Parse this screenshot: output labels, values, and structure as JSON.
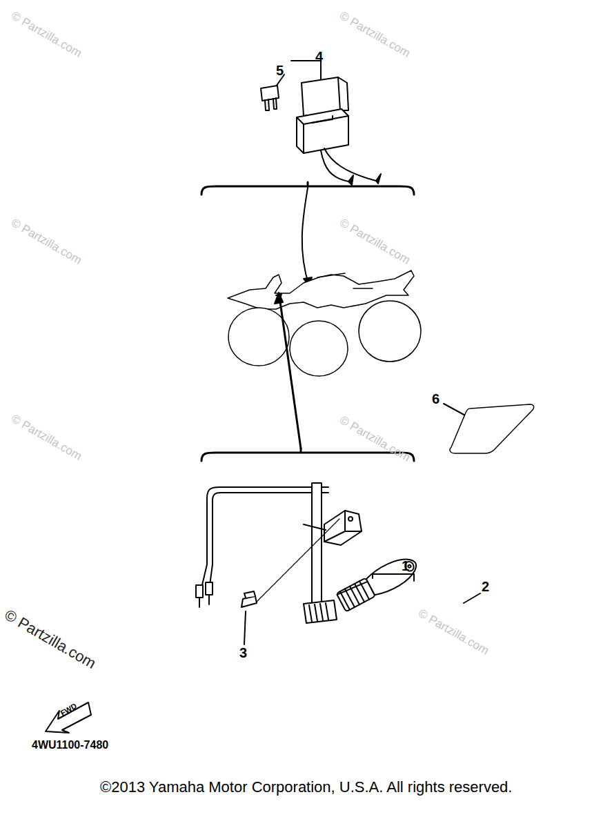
{
  "diagram": {
    "caption": "©2013 Yamaha Motor Corporation, U.S.A. All rights reserved.",
    "labels": [
      "4",
      "5",
      "6",
      "1",
      "2",
      "3",
      "FWD",
      "4WU1100-7480",
      "© Partzilla.com",
      "© Partzilla.com",
      "© Partzilla.com",
      "© Partzilla.com",
      "© Partzilla.com",
      "© Partzilla.com",
      "© Partzilla.com",
      "© Partzilla.com"
    ]
  }
}
